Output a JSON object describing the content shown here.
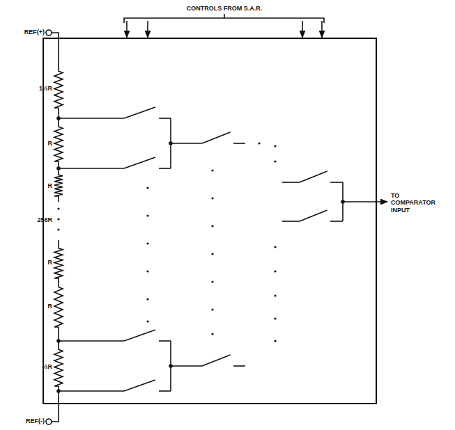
{
  "diagram": {
    "labels": [
      "CONTROLS FROM S.A.R.",
      "REF(+)",
      "1½R",
      "R",
      "R",
      "256R",
      "R",
      "R",
      "½R",
      "TO COMPARATOR INPUT",
      "REF(-)"
    ]
  }
}
